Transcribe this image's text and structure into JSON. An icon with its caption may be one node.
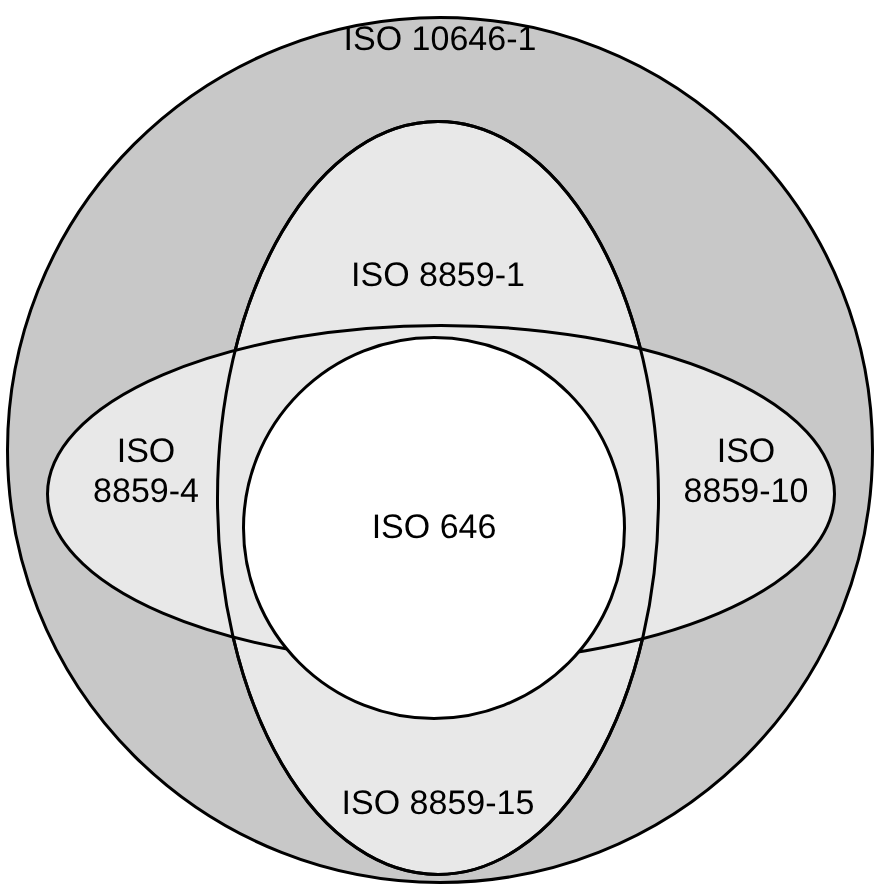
{
  "diagram": {
    "nodes": [
      {
        "text": [
          "ISO 10646-1"
        ]
      },
      {
        "text": [
          "ISO 8859-1",
          "ISO 8859-15"
        ],
        "in": 0
      },
      {
        "text": [
          "ISO 8859-4",
          "ISO 8859-10"
        ],
        "in": 0
      },
      {
        "text": [
          "ISO 646"
        ],
        "in": 1
      }
    ]
  }
}
